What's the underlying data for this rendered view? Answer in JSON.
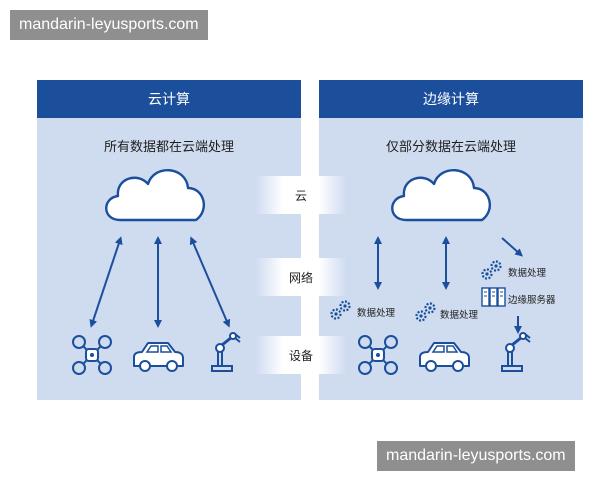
{
  "watermark_top": "mandarin-leyusports.com",
  "watermark_bottom": "mandarin-leyusports.com",
  "left_panel": {
    "title": "云计算",
    "subtitle": "所有数据都在云端处理"
  },
  "right_panel": {
    "title": "边缘计算",
    "subtitle": "仅部分数据在云端处理",
    "process_label_1": "数据处理",
    "process_label_2": "数据处理",
    "process_label_3": "数据处理",
    "server_label": "边缘服务器"
  },
  "layers": {
    "cloud": "云",
    "network": "网络",
    "device": "设备"
  },
  "colors": {
    "header_blue": "#1b4f9c",
    "panel_bg": "#cfdcf0",
    "icon_blue": "#1b4f9c"
  },
  "icons": [
    "cloud-icon",
    "drone-icon",
    "car-icon",
    "robot-arm-icon",
    "gear-icon",
    "server-icon"
  ]
}
